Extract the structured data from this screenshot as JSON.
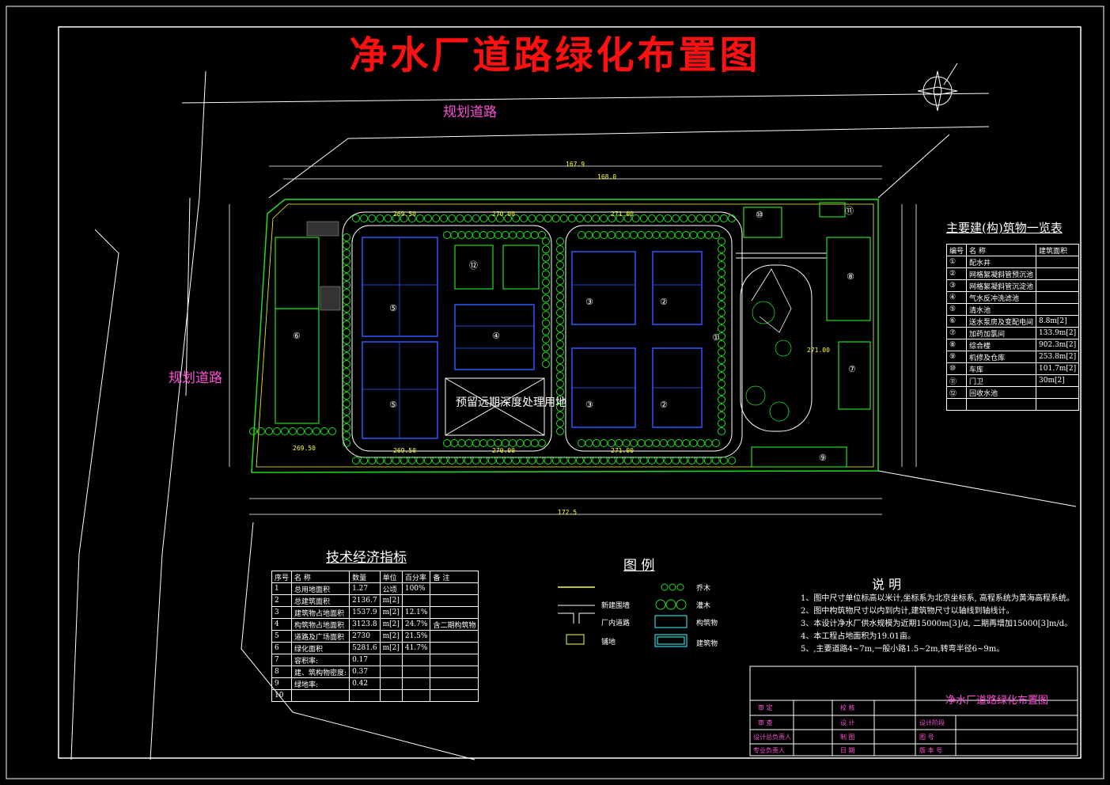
{
  "title": "净水厂道路绿化布置图",
  "roads": {
    "top": "规划道路",
    "left": "规划道路"
  },
  "reserved_area": "预留远期深度处理用地",
  "buildings_table": {
    "caption": "主要建(构)筑物一览表",
    "headers": [
      "编号",
      "名    称",
      "建筑面积"
    ],
    "rows": [
      [
        "①",
        "配水井",
        ""
      ],
      [
        "②",
        "网格絮凝斜管预沉池",
        ""
      ],
      [
        "③",
        "网格絮凝斜管沉淀池",
        ""
      ],
      [
        "④",
        "气水反冲洗滤池",
        ""
      ],
      [
        "⑤",
        "清水池",
        ""
      ],
      [
        "⑥",
        "送水泵房及变配电间",
        "8.8m[2]"
      ],
      [
        "⑦",
        "加药加氯间",
        "133.9m[2]"
      ],
      [
        "⑧",
        "综合楼",
        "902.3m[2]"
      ],
      [
        "⑨",
        "机修及仓库",
        "253.8m[2]"
      ],
      [
        "⑩",
        "车库",
        "101.7m[2]"
      ],
      [
        "⑪",
        "门卫",
        "30m[2]"
      ],
      [
        "⑫",
        "回收水池",
        ""
      ],
      [
        "",
        "",
        ""
      ]
    ]
  },
  "econ_table": {
    "caption": "技术经济指标",
    "headers": [
      "序号",
      "名    称",
      "数量",
      "单位",
      "百分率",
      "备  注"
    ],
    "rows": [
      [
        "1",
        "总用地面积",
        "1.27",
        "公顷",
        "100%",
        ""
      ],
      [
        "2",
        "总建筑面积",
        "2136.7",
        "m[2]",
        "",
        ""
      ],
      [
        "3",
        "建筑物占地面积",
        "1537.9",
        "m[2]",
        "12.1%",
        ""
      ],
      [
        "4",
        "构筑物占地面积",
        "3123.8",
        "m[2]",
        "24.7%",
        "含二期构筑物"
      ],
      [
        "5",
        "道路及广场面积",
        "2730",
        "m[2]",
        "21.5%",
        ""
      ],
      [
        "6",
        "绿化面积",
        "5281.6",
        "m[2]",
        "41.7%",
        ""
      ],
      [
        "7",
        "容积率:",
        "0.17",
        "",
        "",
        ""
      ],
      [
        "8",
        "建、筑构物密度:",
        "0.37",
        "",
        "",
        ""
      ],
      [
        "9",
        "绿地率:",
        "0.42",
        "",
        "",
        ""
      ],
      [
        "10",
        "",
        "",
        "",
        "",
        ""
      ]
    ]
  },
  "legend": {
    "caption": "图  例",
    "items": [
      {
        "label": "新建围墙"
      },
      {
        "label": "厂内道路"
      },
      {
        "label": "铺地"
      },
      {
        "label": "乔木"
      },
      {
        "label": "灌木"
      },
      {
        "label": "构筑物"
      },
      {
        "label": "建筑物"
      }
    ]
  },
  "notes": {
    "caption": "说  明",
    "lines": [
      "1、图中尺寸单位标高以米计,坐标系为北京坐标系, 高程系统为黄海高程系统。",
      "2、图中构筑物尺寸以内到内计,建筑物尺寸以轴线到轴线计。",
      "3、本设计净水厂供水规模为近期15000m[3]/d, 二期再增加15000[3]m/d。",
      "4、本工程占地面积为19.01亩。",
      "5、,主要道路4~7m,一般小路1.5~2m,转弯半径6~9m。"
    ]
  },
  "title_block": {
    "drawing_title": "净水厂道路绿化布置图",
    "cells": [
      "审  定",
      "校  核",
      "审  查",
      "设  计",
      "设计阶段",
      "设计总负责人",
      "制  图",
      "图  号",
      "专业负责人",
      "日  期",
      "版 本 号"
    ]
  },
  "elevations": [
    "269.50",
    "270.00",
    "271.00",
    "269.50",
    "270.00",
    "271.00",
    "269.50",
    "271.00"
  ],
  "dims": {
    "top_total": "167.9",
    "top_inner": "168.0",
    "bottom_total": "172.5"
  },
  "colors": {
    "title": "#ff1010",
    "road_label": "#ff4fd8",
    "green": "#22dd22",
    "blue": "#2a5bff",
    "yellow": "#ffff33",
    "cyan": "#33ffff"
  }
}
